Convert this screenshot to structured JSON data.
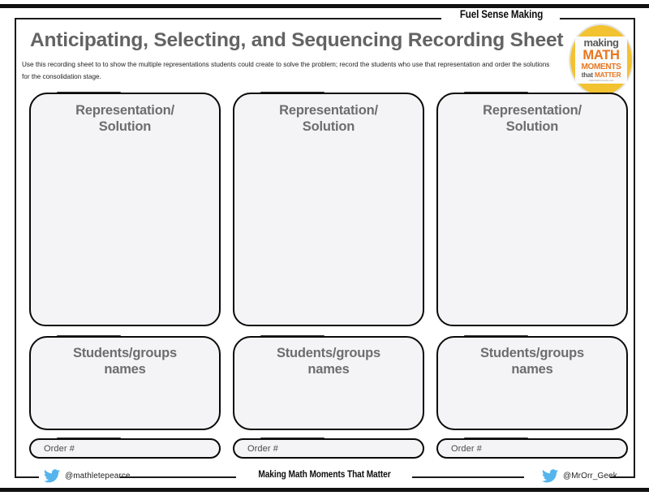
{
  "header": {
    "tab_label": "Fuel Sense Making",
    "title": "Anticipating, Selecting, and Sequencing Recording Sheet",
    "intro": "Use this recording sheet to to show the multiple representations students could create to solve the problem; record the students who use that representation and order the solutions for the consolidation stage."
  },
  "logo": {
    "name": "making-math-moments-that-matter-logo",
    "line1": "making",
    "line2": "MATH",
    "line3": "MOMENTS",
    "line4_a": "that ",
    "line4_b": "MATTER",
    "url": "makemathmoments.com",
    "disc_color": "#f2c230",
    "accent_color": "#e8761f",
    "text_color": "#59595b"
  },
  "columns": [
    {
      "representation_label": "Representation/\nSolution",
      "names_label": "Students/groups\nnames",
      "order_label": "Order #",
      "representation_value": "",
      "names_value": "",
      "order_value": ""
    },
    {
      "representation_label": "Representation/\nSolution",
      "names_label": "Students/groups\nnames",
      "order_label": "Order #",
      "representation_value": "",
      "names_value": "",
      "order_value": ""
    },
    {
      "representation_label": "Representation/\nSolution",
      "names_label": "Students/groups\nnames",
      "order_label": "Order #",
      "representation_value": "",
      "names_value": "",
      "order_value": ""
    }
  ],
  "footer": {
    "left_handle": "@mathletepearce",
    "center_text": "Making Math Moments That Matter",
    "right_handle": "@MrOrr_Geek",
    "twitter_icon_color": "#56b4ed"
  },
  "theme": {
    "card_fill": "#f4f4f6",
    "card_stroke": "#0a0a0a",
    "heading_gray": "#6d6d6d",
    "title_gray": "#636363",
    "rule_black": "#111111"
  }
}
